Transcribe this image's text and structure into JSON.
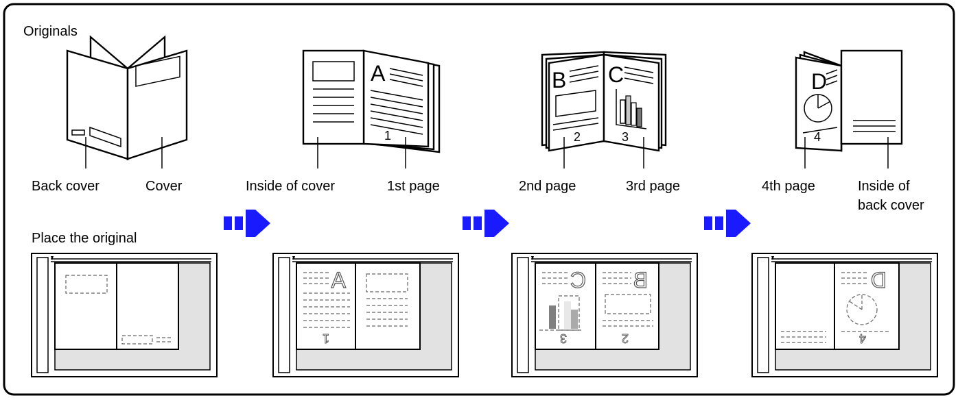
{
  "header": {
    "originals_label": "Originals"
  },
  "originals": [
    {
      "left_label": "Back cover",
      "right_label": "Cover"
    },
    {
      "left_label": "Inside of cover",
      "right_label": "1st page",
      "right_page_number": "1",
      "right_letter": "A"
    },
    {
      "left_label": "2nd page",
      "right_label": "3rd page",
      "left_page_number": "2",
      "right_page_number": "3",
      "left_letter": "B",
      "right_letter": "C"
    },
    {
      "left_label": "4th page",
      "right_label_line1": "Inside of",
      "right_label_line2": "back cover",
      "left_page_number": "4",
      "left_letter": "D"
    }
  ],
  "placement": {
    "label": "Place the original",
    "steps": [
      {
        "step": 1
      },
      {
        "step": 2,
        "letter": "A",
        "page_number": "1"
      },
      {
        "step": 3,
        "left_letter": "C",
        "right_letter": "B",
        "left_page_number": "3",
        "right_page_number": "2"
      },
      {
        "step": 4,
        "letter": "D",
        "page_number": "4"
      }
    ]
  },
  "colors": {
    "arrow": "#1a1aff",
    "frame": "#000000",
    "platen_gray": "#e2e2e2",
    "dashed": "#666666"
  },
  "icons": [
    "right-arrow-icon",
    "open-booklet-icon",
    "scanner-glass-icon"
  ]
}
